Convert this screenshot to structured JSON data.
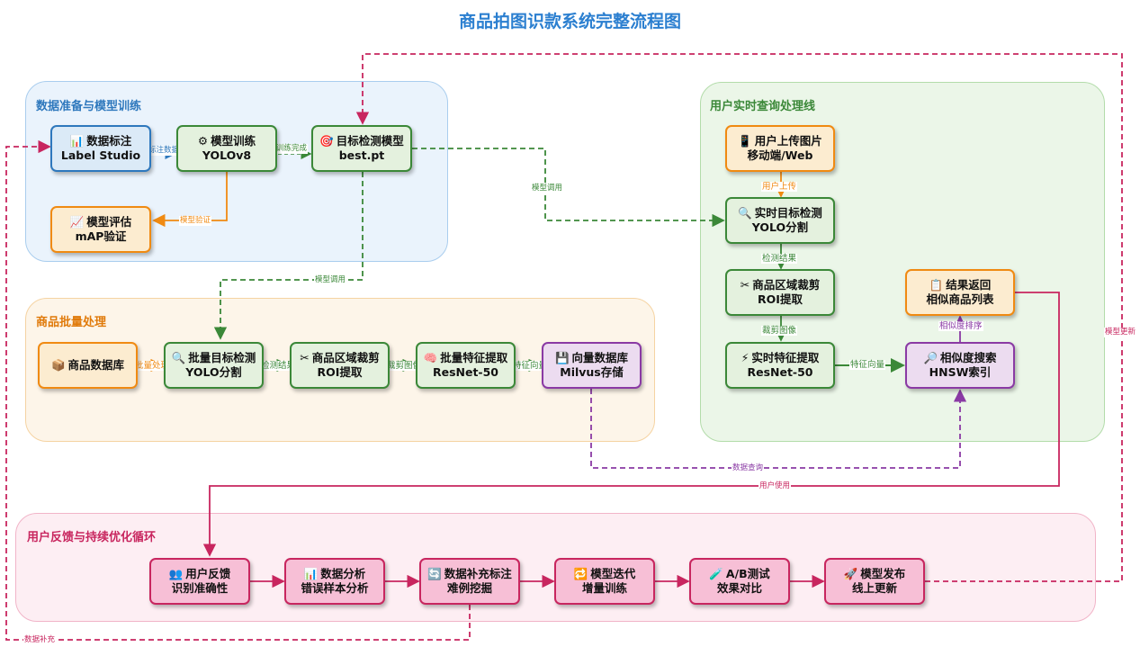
{
  "title": "商品拍图识款系统完整流程图",
  "regions": {
    "train": "数据准备与模型训练",
    "query": "用户实时查询处理线",
    "batch": "商品批量处理",
    "feedback": "用户反馈与持续优化循环"
  },
  "nodes": {
    "label_studio": {
      "icon": "📊",
      "line1": "数据标注",
      "line2": "Label Studio"
    },
    "train_model": {
      "icon": "⚙",
      "line1": "模型训练",
      "line2": "YOLOv8"
    },
    "detect_model": {
      "icon": "🎯",
      "line1": "目标检测模型",
      "line2": "best.pt"
    },
    "eval_model": {
      "icon": "📈",
      "line1": "模型评估",
      "line2": "mAP验证"
    },
    "upload": {
      "icon": "📱",
      "line1": "用户上传图片",
      "line2": "移动端/Web"
    },
    "rt_detect": {
      "icon": "🔍",
      "line1": "实时目标检测",
      "line2": "YOLO分割"
    },
    "rt_crop": {
      "icon": "✂",
      "line1": "商品区域裁剪",
      "line2": "ROI提取"
    },
    "rt_feature": {
      "icon": "⚡",
      "line1": "实时特征提取",
      "line2": "ResNet-50"
    },
    "similarity": {
      "icon": "🔎",
      "line1": "相似度搜索",
      "line2": "HNSW索引"
    },
    "result": {
      "icon": "📋",
      "line1": "结果返回",
      "line2": "相似商品列表"
    },
    "product_db": {
      "icon": "📦",
      "line1": "商品数据库",
      "line2": ""
    },
    "batch_detect": {
      "icon": "🔍",
      "line1": "批量目标检测",
      "line2": "YOLO分割"
    },
    "batch_crop": {
      "icon": "✂",
      "line1": "商品区域裁剪",
      "line2": "ROI提取"
    },
    "batch_feature": {
      "icon": "🧠",
      "line1": "批量特征提取",
      "line2": "ResNet-50"
    },
    "vector_db": {
      "icon": "💾",
      "line1": "向量数据库",
      "line2": "Milvus存储"
    },
    "feedback": {
      "icon": "👥",
      "line1": "用户反馈",
      "line2": "识别准确性"
    },
    "analysis": {
      "icon": "📊",
      "line1": "数据分析",
      "line2": "错误样本分析"
    },
    "supplement": {
      "icon": "🔄",
      "line1": "数据补充标注",
      "line2": "难例挖掘"
    },
    "iterate": {
      "icon": "🔁",
      "line1": "模型迭代",
      "line2": "增量训练"
    },
    "abtest": {
      "icon": "🧪",
      "line1": "A/B测试",
      "line2": "效果对比"
    },
    "release": {
      "icon": "🚀",
      "line1": "模型发布",
      "line2": "线上更新"
    }
  },
  "edges": {
    "annotate_data": "标注数据",
    "train_done": "训练完成",
    "model_validate": "模型验证",
    "model_call_query": "模型调用",
    "model_call_batch": "模型调用",
    "user_upload": "用户上传",
    "detect_result_rt": "检测结果",
    "crop_image_rt": "裁剪图像",
    "feature_vector_rt": "特征向量",
    "similarity_sort": "相似度排序",
    "batch_process": "批量处理",
    "detect_result_batch": "检测结果",
    "crop_image_batch": "裁剪图像",
    "feature_vector_batch": "特征向量",
    "data_query": "数据查询",
    "user_use": "用户使用",
    "model_update": "模型更新",
    "data_supplement": "数据补充"
  },
  "colors": {
    "title": "#2b7fd0",
    "blue": "#2e78bd",
    "green": "#3b8838",
    "orange": "#f08a12",
    "purple": "#8a3aa4",
    "pink": "#c8265f"
  }
}
